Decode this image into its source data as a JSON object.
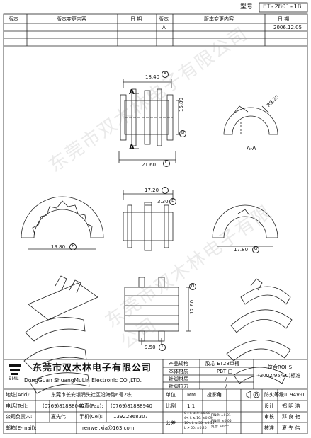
{
  "model": {
    "label": "型号:",
    "value": "ET-2801-1B"
  },
  "revision_table": {
    "headers": [
      "版本",
      "版本变更内容",
      "日 期",
      "版本",
      "版本变更内容",
      "日 期"
    ],
    "entries": [
      {
        "version": "A",
        "date": "2006.12.05"
      }
    ]
  },
  "drawing": {
    "dimensions": [
      "18.40",
      "15.80",
      "21.60",
      "17.20",
      "3.30",
      "19.80",
      "17.80",
      "12.60",
      "9.50",
      "R9.20"
    ],
    "circled_refs": [
      "A",
      "B",
      "C",
      "D",
      "E",
      "F",
      "G",
      "H",
      "I"
    ],
    "section_mark": "A",
    "section_label": "A-A",
    "watermark": "东莞市双木林电子有限公司"
  },
  "company": {
    "logo_text": "SML",
    "name_cn": "东莞市双木林电子有限公司",
    "name_en": "DongGuan ShuangMuLin Electronic CO.,LTD."
  },
  "product_table": {
    "product_name_label": "产品规格",
    "product_name_value": "胶芯 ET28单槽",
    "material_label": "本体材质",
    "material_value": "PBT 白",
    "pin_material_label": "针脚材质",
    "pin_material_value": "/",
    "pin_tension_label": "针脚拉力",
    "pin_tension_value": "/",
    "rohs_line1": "符合ROHS",
    "rohs_line2": "(2002/95/EC)标准"
  },
  "contact": {
    "address_label": "地址(Add):",
    "address_value": "东莞市长安镇涌头社区沿海路6号2栋",
    "tel_label": "电话(Tel):",
    "tel_value": "(0769)81888040",
    "fax_label": "传真(Fax):",
    "fax_value": "(0769)81888940",
    "person_label": "公司负责人:",
    "person_value": "夏先伟",
    "cel_label": "手机(Cel):",
    "cel_value": "13922868307",
    "email_label": "邮箱(E-mail):",
    "email_value": "renwei.xia@163.com"
  },
  "spec_table": {
    "unit_label": "单位",
    "unit_value": "MM",
    "projection_label": "投影角",
    "flame_label": "防火等级",
    "flame_value": "UL 94V-0",
    "ratio_label": "比例",
    "ratio_value": "1:1",
    "drawn_label": "设计",
    "drawn_value": "郑 明 浩",
    "tolerance_label": "公差",
    "tol_left": [
      "0< L ≤ 4: ±0.08",
      "4< L ≤ 16: ±0.09",
      "16< L ≤ 50: ±0.15",
      "L > 50: ±0.20"
    ],
    "tol_right": [
      "PINØ: ±0.01",
      "PIN间: ±0.05",
      "角度: ±0.5°"
    ],
    "check_label": "审核",
    "check_value": "邓 良 艳",
    "approve_label": "核准",
    "approve_value": "夏 先 伟"
  }
}
